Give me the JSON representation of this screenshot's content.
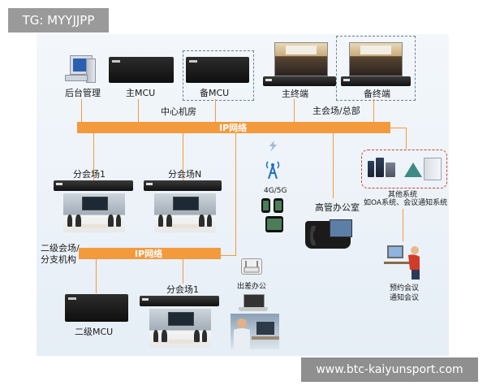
{
  "watermark_tag": "TG: MYYJJPP",
  "watermark_url": "www.btc-kaiyunsport.com",
  "labels": {
    "backend": "后台管理",
    "main_mcu": "主MCU",
    "backup_mcu": "备MCU",
    "center_room": "中心机房",
    "main_terminal": "主终端",
    "backup_terminal": "备终端",
    "main_venue": "主会场/总部",
    "ip_network_top": "IP网络",
    "branch_1": "分会场1",
    "branch_n": "分会场N",
    "net_4g5g": "4G/5G",
    "exec_office": "高管办公室",
    "other_systems_1": "其他系统",
    "other_systems_2": "如OA系统、会议通知系统",
    "secondary_venue_1": "二级会场/",
    "secondary_venue_2": "分支机构",
    "ip_network_bottom": "IP网络",
    "business_trip": "出差办公",
    "secondary_branch_1": "分会场1",
    "secondary_mcu": "二级MCU",
    "booking_1": "预约会议",
    "booking_2": "通知会议"
  },
  "colors": {
    "network_bar": "#f39a3d",
    "dashed_outline": "#6b7f95",
    "other_systems_outline": "#d0412c"
  }
}
